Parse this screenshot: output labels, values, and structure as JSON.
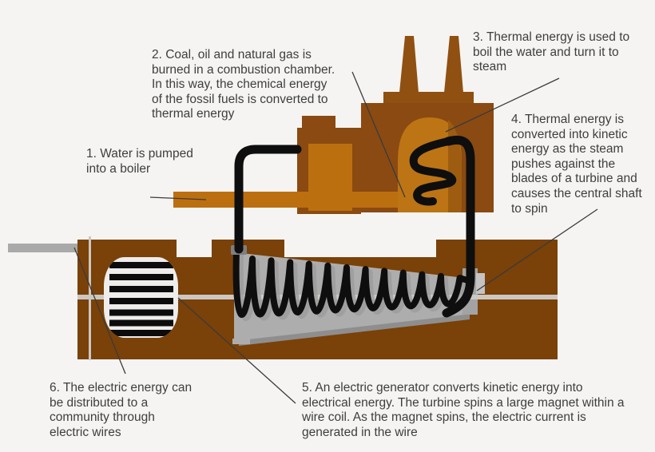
{
  "labels": {
    "l1": "1. Water is pumped\ninto a boiler",
    "l2": "2. Coal, oil and natural gas is\nburned in a combustion chamber.\nIn this way, the chemical energy\nof the fossil fuels is converted to\nthermal energy",
    "l3": "3. Thermal energy is used to\nboil the water and turn it to\nsteam",
    "l4": "4. Thermal energy is\nconverted into kinetic\nenergy as the steam\npushes against the\nblades of a turbine and\ncauses the central shaft\nto spin",
    "l5": "5. An electric generator converts kinetic energy into\nelectrical energy. The turbine spins a large magnet within a\nwire coil. As the magnet spins, the electric current is\ngenerated in the wire",
    "l6": "6. The electric energy can\nbe distributed to a\ncommunity through\nelectric wires"
  },
  "colors": {
    "background": "#f5f4f2",
    "building": "#8a4a12",
    "chimney": "#8f5011",
    "machine": "#7a4108",
    "orange": "#bc6f0e",
    "arch": "#bd7414",
    "arch_shade": "#9d5c10",
    "turbine": "#adadad",
    "turbine_shadow": "#8e8e8e",
    "coil_shadow": "#9b9b9b",
    "coupler": "#a3a3a3",
    "coupler_light": "#c4c4c4",
    "shaft": "#cbc8c4",
    "rod": "#a9a9a9",
    "grille": "#eeedeb",
    "stripe": "#0c0c0c",
    "wire": "#0e0e0e",
    "collar": "#7f7f7f",
    "text": "#3e3e3e",
    "callout": "#3b3b3b"
  }
}
